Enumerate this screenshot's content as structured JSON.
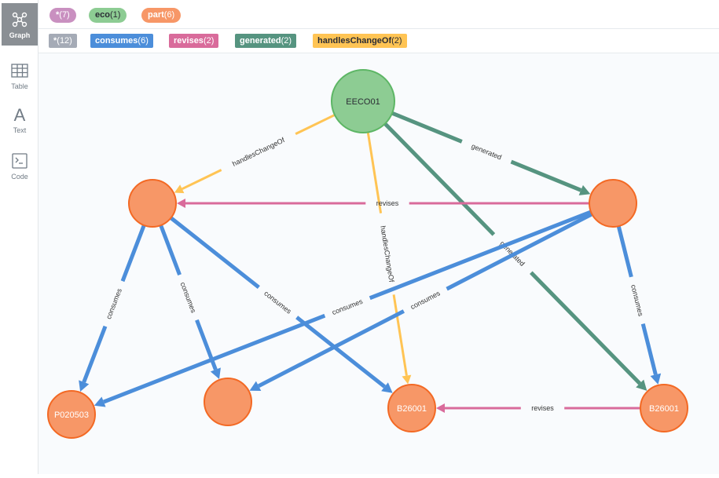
{
  "sidebar": {
    "items": [
      {
        "label": "Graph",
        "icon": "graph-icon",
        "active": true
      },
      {
        "label": "Table",
        "icon": "table-icon",
        "active": false
      },
      {
        "label": "Text",
        "icon": "text-icon",
        "active": false
      },
      {
        "label": "Code",
        "icon": "code-icon",
        "active": false
      }
    ]
  },
  "node_labels": [
    {
      "name": "*",
      "count": "(7)",
      "color": "#c990c0",
      "text_color": "#ffffff"
    },
    {
      "name": "eco",
      "count": "(1)",
      "color": "#8dcc93",
      "text_color": "#2a2c34"
    },
    {
      "name": "part",
      "count": "(6)",
      "color": "#f79767",
      "text_color": "#ffffff"
    }
  ],
  "relationship_types": [
    {
      "name": "*",
      "count": "(12)",
      "color": "#a5abb6",
      "text_color": "#ffffff"
    },
    {
      "name": "consumes",
      "count": "(6)",
      "color": "#4c8eda",
      "text_color": "#ffffff"
    },
    {
      "name": "revises",
      "count": "(2)",
      "color": "#d96b9b",
      "text_color": "#ffffff"
    },
    {
      "name": "generated",
      "count": "(2)",
      "color": "#569480",
      "text_color": "#ffffff"
    },
    {
      "name": "handlesChangeOf",
      "count": "(2)",
      "color": "#ffc454",
      "text_color": "#2a2c34"
    }
  ],
  "graph": {
    "nodes": [
      {
        "id": "eco",
        "caption": "EECO01",
        "type": "eco"
      },
      {
        "id": "p1",
        "caption": "",
        "type": "part"
      },
      {
        "id": "p2",
        "caption": "",
        "type": "part"
      },
      {
        "id": "p3",
        "caption": "P020503",
        "type": "part"
      },
      {
        "id": "p4",
        "caption": "",
        "type": "part"
      },
      {
        "id": "p5",
        "caption": "B26001",
        "type": "part"
      },
      {
        "id": "p6",
        "caption": "B26001",
        "type": "part"
      }
    ],
    "relationships": [
      {
        "source": "eco",
        "target": "p1",
        "type": "handlesChangeOf",
        "caption": "handlesChangeOf"
      },
      {
        "source": "eco",
        "target": "p5",
        "type": "handlesChangeOf",
        "caption": "handlesChangeOf"
      },
      {
        "source": "eco",
        "target": "p2",
        "type": "generated",
        "caption": "generated"
      },
      {
        "source": "eco",
        "target": "p6",
        "type": "generated",
        "caption": "generated"
      },
      {
        "source": "p2",
        "target": "p1",
        "type": "revises",
        "caption": "revises"
      },
      {
        "source": "p6",
        "target": "p5",
        "type": "revises",
        "caption": "revises"
      },
      {
        "source": "p1",
        "target": "p3",
        "type": "consumes",
        "caption": "consumes"
      },
      {
        "source": "p1",
        "target": "p4",
        "type": "consumes",
        "caption": "consumes"
      },
      {
        "source": "p1",
        "target": "p5",
        "type": "consumes",
        "caption": "consumes"
      },
      {
        "source": "p2",
        "target": "p3",
        "type": "consumes",
        "caption": "consumes"
      },
      {
        "source": "p2",
        "target": "p4",
        "type": "consumes",
        "caption": "consumes"
      },
      {
        "source": "p2",
        "target": "p6",
        "type": "consumes",
        "caption": "consumes"
      }
    ]
  },
  "styles": {
    "eco": {
      "fill": "#8dcc93",
      "stroke": "#5db665",
      "text": "#2a2c34"
    },
    "part": {
      "fill": "#f79767",
      "stroke": "#f36924",
      "text": "#ffffff"
    },
    "consumes": "#4c8eda",
    "revises": "#d96b9b",
    "generated": "#569480",
    "handlesChangeOf": "#ffc454"
  }
}
